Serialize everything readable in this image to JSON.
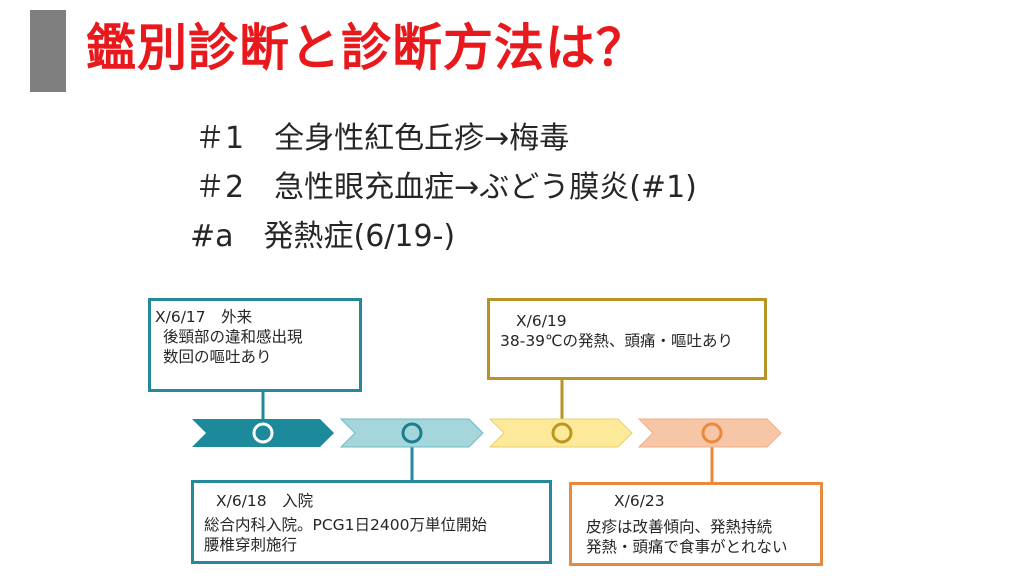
{
  "slide": {
    "title": "鑑別診断と診断方法は？",
    "title_color": "#e8191c",
    "accent_bar_color": "#7f7f7f"
  },
  "diagnoses": [
    "＃1　全身性紅色丘疹→梅毒",
    "＃2　急性眼充血症→ぶどう膜炎(#1)",
    "#a　発熱症(6/19-)"
  ],
  "timeline": {
    "segments": [
      {
        "fill": "#1c8a9b",
        "ring": "#ffffff"
      },
      {
        "fill": "#a4d6dc",
        "ring": "#1c7f8e"
      },
      {
        "fill": "#fde99a",
        "ring": "#bd961f"
      },
      {
        "fill": "#f7c6a6",
        "ring": "#e8893d"
      }
    ],
    "events": [
      {
        "lines": [
          "X/6/17　外来",
          "後頸部の違和感出現",
          "数回の嘔吐あり"
        ],
        "color": "#25899b"
      },
      {
        "lines": [
          "X/6/18　入院",
          "総合内科入院。PCG1日2400万単位開始",
          "腰椎穿刺施行"
        ],
        "color": "#25899b"
      },
      {
        "lines": [
          "X/6/19",
          "38-39℃の発熱、頭痛・嘔吐あり"
        ],
        "color": "#b89325"
      },
      {
        "lines": [
          "X/6/23",
          "皮疹は改善傾向、発熱持続",
          "発熱・頭痛で食事がとれない"
        ],
        "color": "#e8893d"
      }
    ]
  }
}
